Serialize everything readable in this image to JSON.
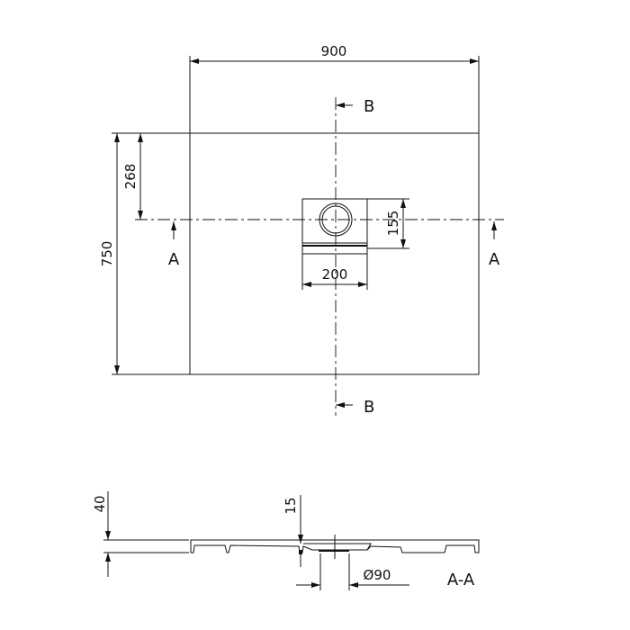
{
  "plan_view": {
    "width_dim": "900",
    "depth_dim": "750",
    "drain_offset_dim": "268",
    "drain_box_width_dim": "200",
    "drain_box_depth_dim": "155",
    "section_b_top": "B",
    "section_b_bottom": "B",
    "section_a_left": "A",
    "section_a_right": "A"
  },
  "section_view": {
    "height_dim": "40",
    "depth_dim": "15",
    "outlet_dim": "Ø90",
    "label": "A-A"
  }
}
